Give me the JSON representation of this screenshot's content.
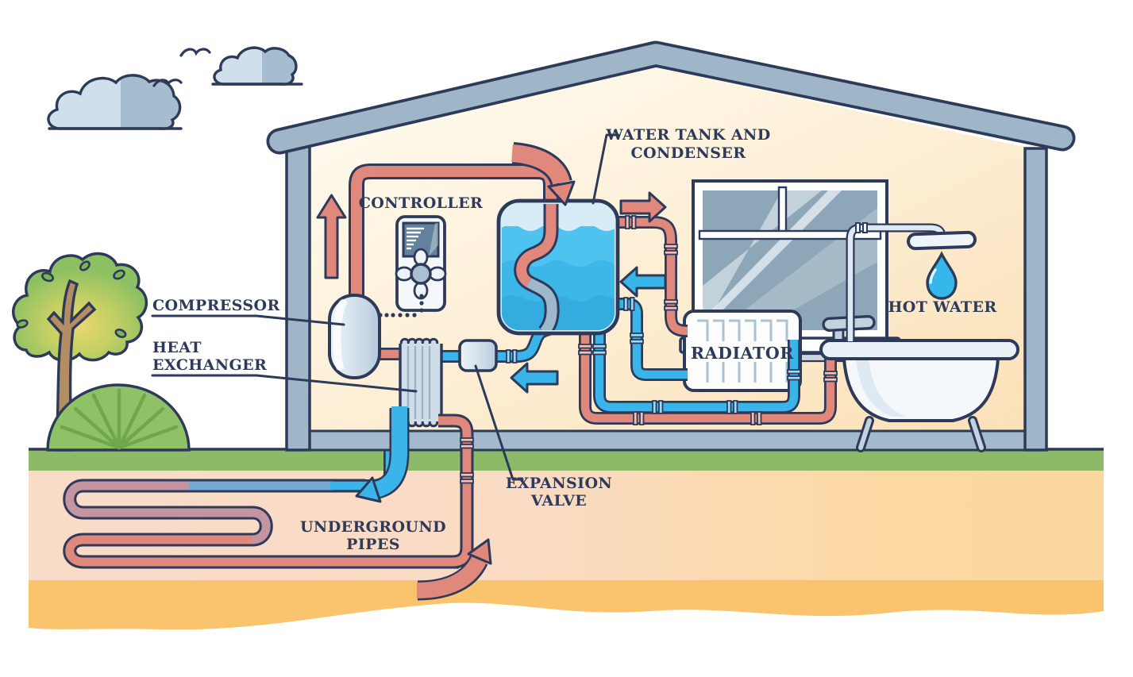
{
  "labels": {
    "controller": "CONTROLLER",
    "water_tank_1": "WATER TANK AND",
    "water_tank_2": "CONDENSER",
    "compressor": "COMPRESSOR",
    "heat_1": "HEAT",
    "heat_2": "EXCHANGER",
    "expansion_1": "EXPANSION",
    "expansion_2": "VALVE",
    "underground_1": "UNDERGROUND",
    "underground_2": "PIPES",
    "radiator": "RADIATOR",
    "hot_water": "HOT WATER"
  },
  "colors": {
    "outline": "#2e3a59",
    "label_text": "#2e3a59",
    "hot_pipe": "#e0887c",
    "cold_pipe": "#39b5e9",
    "warm_ground_pipe": "#c495a0",
    "cool_ground_pipe": "#74a9d2",
    "refrigerant_gray": "#9db7cd",
    "structure_gray": "#9fb6c9",
    "floor_gray": "#a3b9cc",
    "grass_green": "#8cba68",
    "soil_pink": "#f9dcca",
    "soil_orange": "#f9c46d",
    "water_blue": "#4ec3ef"
  }
}
